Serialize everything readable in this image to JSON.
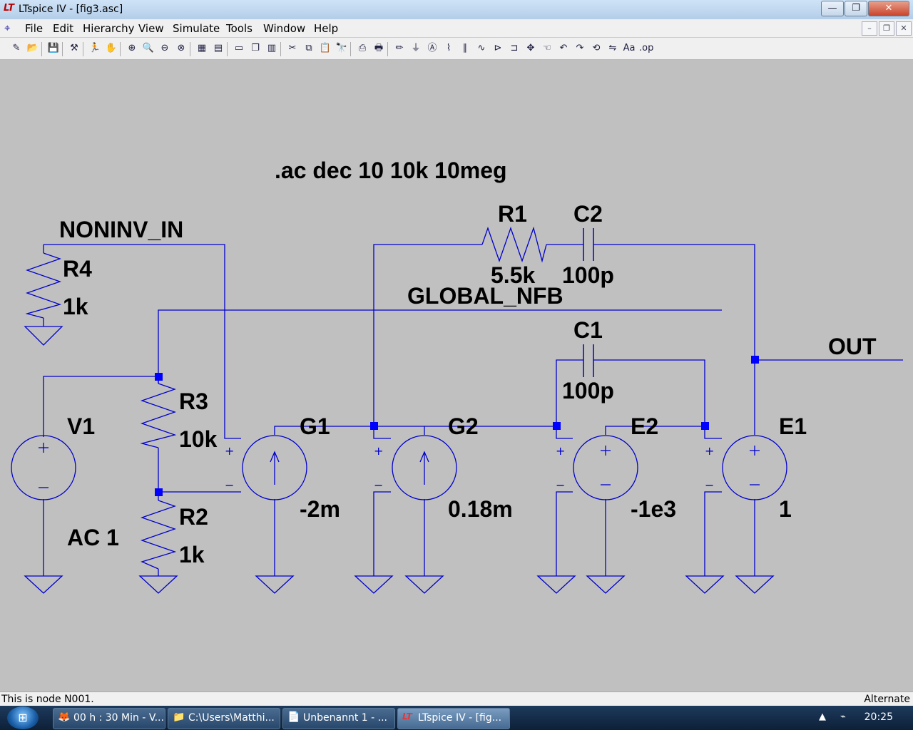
{
  "window": {
    "title": "LTspice IV - [fig3.asc]",
    "logo": "LT"
  },
  "window_buttons": {
    "minimize": "—",
    "maximize": "❐",
    "close": "✕"
  },
  "mdi_buttons": {
    "minimize": "–",
    "restore": "❐",
    "close": "✕"
  },
  "menu": [
    {
      "label": "File"
    },
    {
      "label": "Edit"
    },
    {
      "label": "Hierarchy"
    },
    {
      "label": "View"
    },
    {
      "label": "Simulate"
    },
    {
      "label": "Tools"
    },
    {
      "label": "Window"
    },
    {
      "label": "Help"
    }
  ],
  "toolbar": [
    {
      "name": "new-schematic-icon",
      "glyph": "✎"
    },
    {
      "name": "open-icon",
      "glyph": "📂"
    },
    {
      "name": "save-icon",
      "glyph": "💾"
    },
    {
      "name": "control-panel-icon",
      "glyph": "⚒"
    },
    {
      "name": "run-icon",
      "glyph": "🏃"
    },
    {
      "name": "halt-icon",
      "glyph": "✋"
    },
    {
      "name": "zoom-in-icon",
      "glyph": "⊕"
    },
    {
      "name": "zoom-pan-icon",
      "glyph": "🔍"
    },
    {
      "name": "zoom-out-icon",
      "glyph": "⊖"
    },
    {
      "name": "zoom-fit-icon",
      "glyph": "⊗"
    },
    {
      "name": "autorange-icon",
      "glyph": "▦"
    },
    {
      "name": "waveform-icon",
      "glyph": "▤"
    },
    {
      "name": "tile-horizontal-icon",
      "glyph": "▭"
    },
    {
      "name": "cascade-icon",
      "glyph": "❐"
    },
    {
      "name": "tile-vertical-icon",
      "glyph": "▥"
    },
    {
      "name": "cut-icon",
      "glyph": "✂"
    },
    {
      "name": "copy-icon",
      "glyph": "⧉"
    },
    {
      "name": "paste-icon",
      "glyph": "📋"
    },
    {
      "name": "find-icon",
      "glyph": "🔭"
    },
    {
      "name": "print-setup-icon",
      "glyph": "⎙"
    },
    {
      "name": "print-icon",
      "glyph": "🖶"
    },
    {
      "name": "wire-icon",
      "glyph": "✏"
    },
    {
      "name": "ground-icon",
      "glyph": "⏚"
    },
    {
      "name": "label-net-icon",
      "glyph": "Ⓐ"
    },
    {
      "name": "resistor-icon",
      "glyph": "⌇"
    },
    {
      "name": "capacitor-icon",
      "glyph": "∥"
    },
    {
      "name": "inductor-icon",
      "glyph": "∿"
    },
    {
      "name": "diode-icon",
      "glyph": "⊳"
    },
    {
      "name": "component-icon",
      "glyph": "⊐"
    },
    {
      "name": "move-icon",
      "glyph": "✥"
    },
    {
      "name": "drag-icon",
      "glyph": "☜"
    },
    {
      "name": "undo-icon",
      "glyph": "↶"
    },
    {
      "name": "redo-icon",
      "glyph": "↷"
    },
    {
      "name": "rotate-icon",
      "glyph": "⟲"
    },
    {
      "name": "mirror-icon",
      "glyph": "⇋"
    },
    {
      "name": "text-icon",
      "glyph": "Aa"
    },
    {
      "name": "spice-directive-icon",
      "glyph": ".op"
    }
  ],
  "schematic": {
    "directive": ".ac dec 10 10k 10meg",
    "components": {
      "R1": {
        "name": "R1",
        "value": "5.5k"
      },
      "C2": {
        "name": "C2",
        "value": "100p"
      },
      "R4": {
        "name": "R4",
        "value": "1k"
      },
      "C1": {
        "name": "C1",
        "value": "100p"
      },
      "R3": {
        "name": "R3",
        "value": "10k"
      },
      "R2": {
        "name": "R2",
        "value": "1k"
      },
      "V1": {
        "name": "V1",
        "value": "AC 1"
      },
      "G1": {
        "name": "G1",
        "value": "-2m"
      },
      "G2": {
        "name": "G2",
        "value": "0.18m"
      },
      "E2": {
        "name": "E2",
        "value": "-1e3"
      },
      "E1": {
        "name": "E1",
        "value": "1"
      }
    },
    "nets": {
      "noninv": "NONINV_IN",
      "nfb": "GLOBAL_NFB",
      "out": "OUT"
    },
    "pin_plus": "+",
    "pin_minus": "−",
    "wire_color": "#0000cc",
    "junction_color": "#0000ff"
  },
  "status": {
    "left": "This is node N001.",
    "right": "Alternate"
  },
  "taskbar": {
    "start": "⊞",
    "tasks": [
      {
        "label": "00 h : 30 Min - V...",
        "icon": "🦊"
      },
      {
        "label": "C:\\Users\\Matthi...",
        "icon": "📁"
      },
      {
        "label": "Unbenannt 1 - ...",
        "icon": "📄"
      },
      {
        "label": "LTspice IV - [fig...",
        "icon": "LT"
      }
    ],
    "tray_arrow": "▲",
    "tray_network": "⌁",
    "clock": "20:25"
  }
}
